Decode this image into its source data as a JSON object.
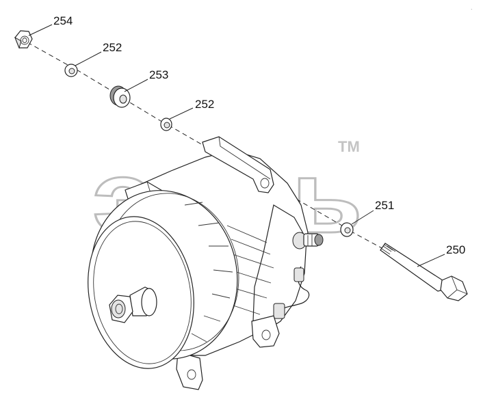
{
  "watermark": {
    "brand": "эпсь",
    "trademark": "TM"
  },
  "callouts": {
    "c254": "254",
    "c252_top": "252",
    "c253": "253",
    "c252_mid": "252",
    "c251": "251",
    "c250": "250"
  }
}
